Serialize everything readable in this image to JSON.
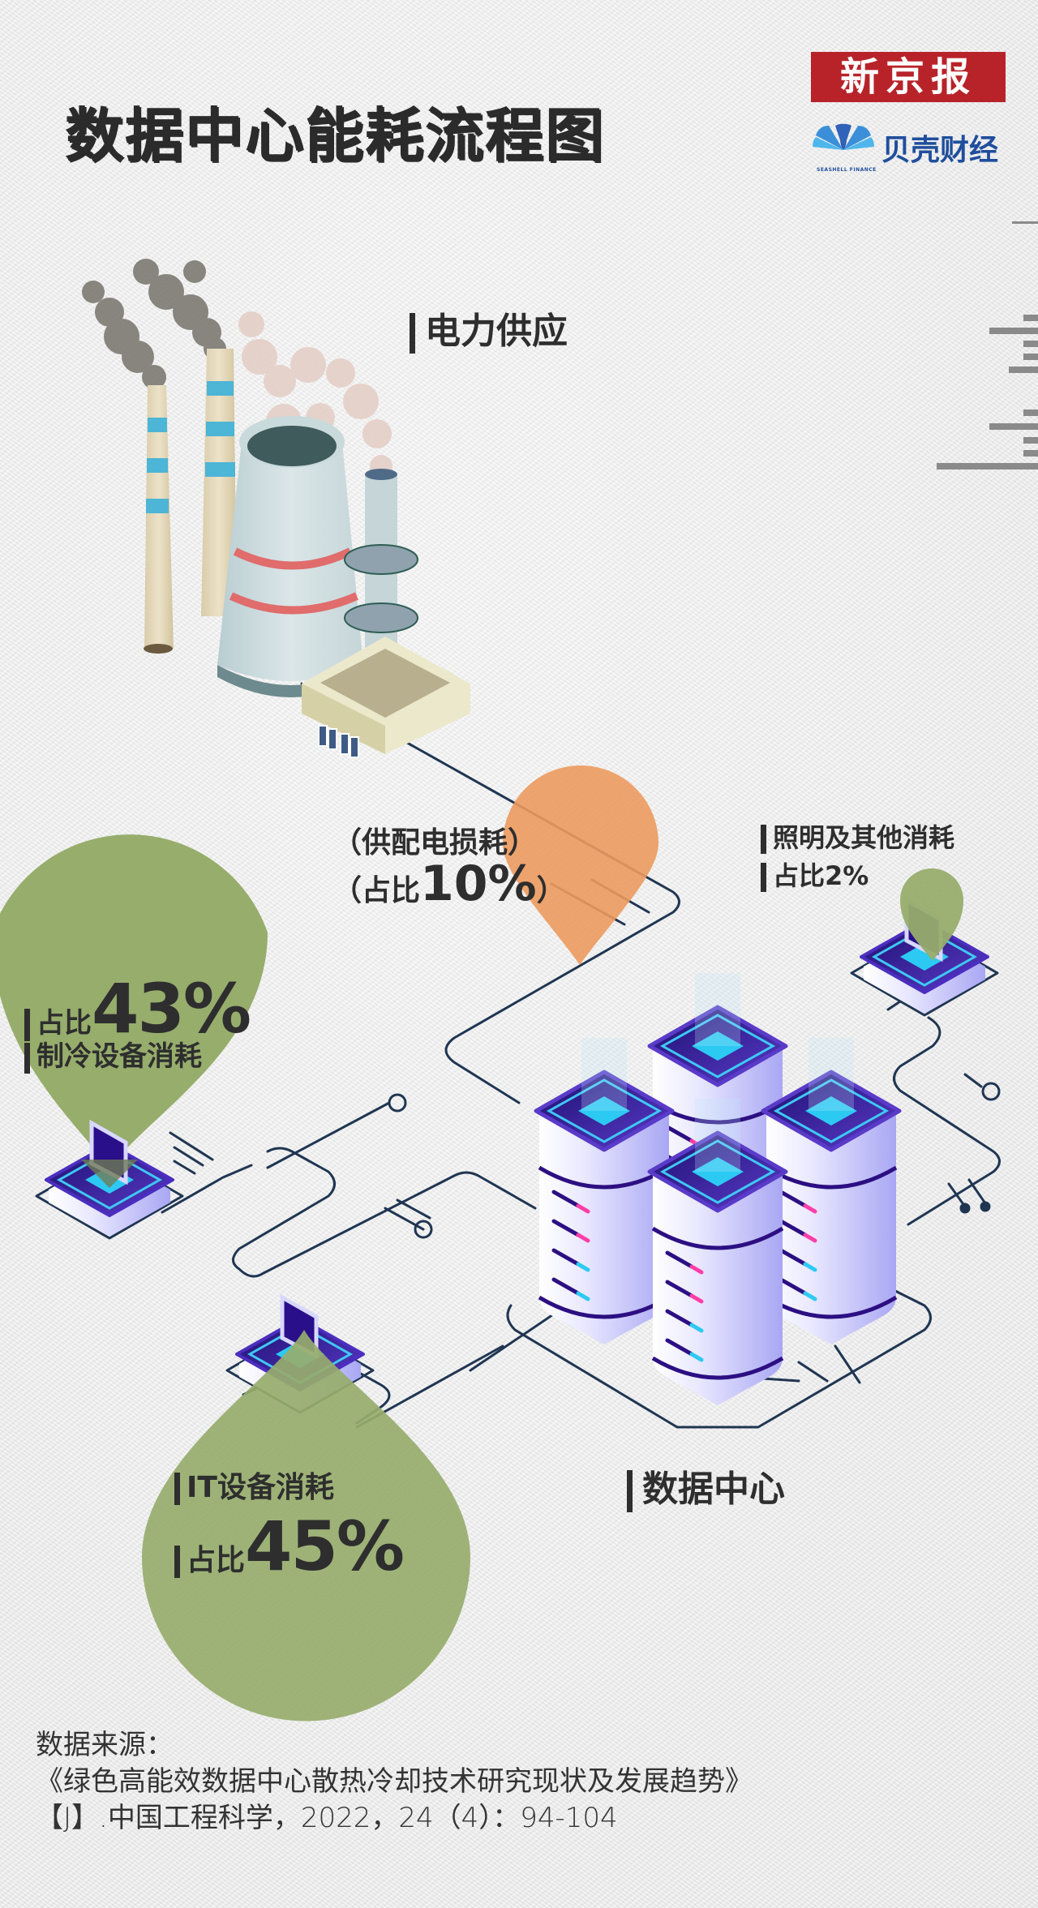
{
  "header": {
    "title": "数据中心能耗流程图",
    "brand_primary": "新京报",
    "brand_secondary": "贝壳财经",
    "brand_secondary_sub": "SEASHELL FINANCE"
  },
  "nodes": {
    "power_supply": {
      "label": "电力供应"
    },
    "distribution_loss": {
      "label": "（供配电损耗）",
      "share_prefix": "（占比",
      "share_value": "10%",
      "share_suffix": "）"
    },
    "lighting_other": {
      "label": "照明及其他消耗",
      "share_text": "占比2%"
    },
    "cooling": {
      "share_prefix": "占比",
      "share_value": "43%",
      "label": "制冷设备消耗"
    },
    "it_equipment": {
      "label": "IT设备消耗",
      "share_prefix": "占比",
      "share_value": "45%"
    },
    "data_center": {
      "label": "数据中心"
    }
  },
  "chart_data": {
    "type": "pie",
    "title": "数据中心能耗流程图",
    "categories": [
      "IT设备消耗",
      "制冷设备消耗",
      "供配电损耗",
      "照明及其他消耗"
    ],
    "values": [
      45,
      43,
      10,
      2
    ],
    "unit": "%"
  },
  "colors": {
    "bubble_green": "#97ad6c",
    "bubble_orange": "#ec9a5e",
    "circuit_line": "#1f3552",
    "server_top": "#3a1e9a",
    "server_screen": "#2ccaf3",
    "brand_red": "#b8232a",
    "brand_blue": "#1f4e9c"
  },
  "source": {
    "heading": "数据来源：",
    "line1": "《绿色高能效数据中心散热冷却技术研究现状及发展趋势》",
    "line2": "【J】.中国工程科学，2022，24（4）：94-104"
  }
}
